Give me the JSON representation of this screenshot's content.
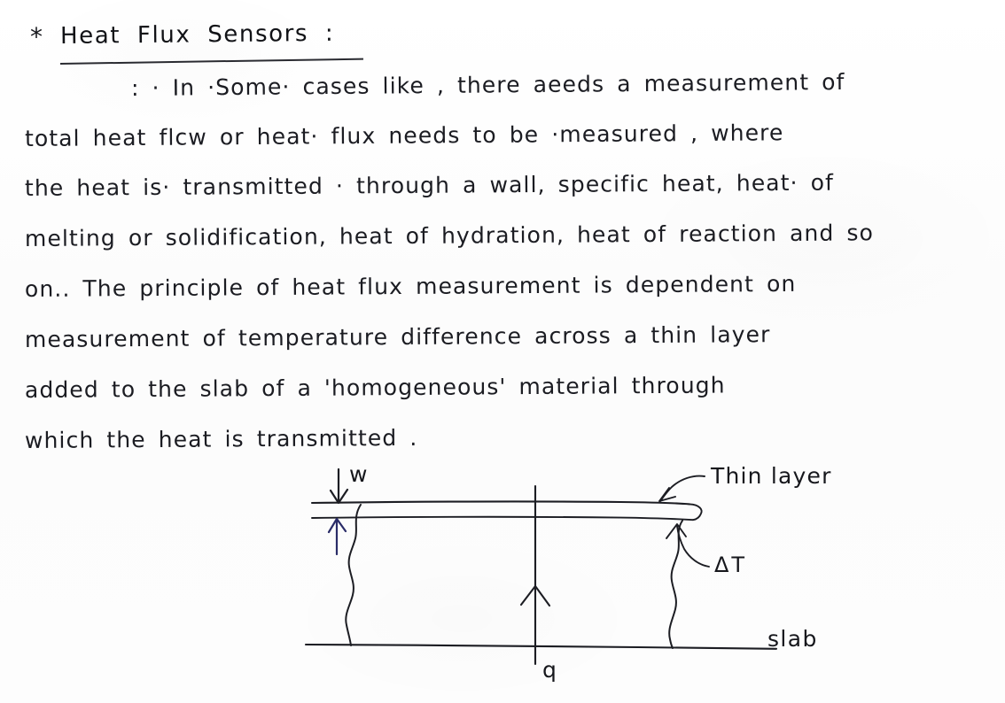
{
  "document": {
    "kind": "handwritten-note",
    "title": "Heat Flux Sensors :",
    "bullet_marker": "*",
    "ink_color": "#16171c",
    "accent_ink_color": "#2a2c68",
    "paper_color": "#fdfdfd"
  },
  "body": {
    "lines": [
      ": · In ·Some· cases like , there aeeds a measurement of",
      "total heat flcw or heat· flux needs to be ·measured , where",
      "the heat is· transmitted · through a wall, specific heat, heat· of",
      "melting or solidification, heat of hydration, heat of reaction and so",
      "on.. The principle of heat flux measurement is dependent on",
      "measurement of temperature difference across a thin layer",
      "added to the slab of a 'homogeneous' material through",
      "which the heat is transmitted ."
    ]
  },
  "diagram": {
    "name": "heat-flux-through-slab-with-thin-layer",
    "labels": {
      "thickness": "w",
      "heat_flux": "q",
      "temperature_difference": "ΔT",
      "thin_layer": "Thin layer",
      "slab": "slab"
    }
  }
}
